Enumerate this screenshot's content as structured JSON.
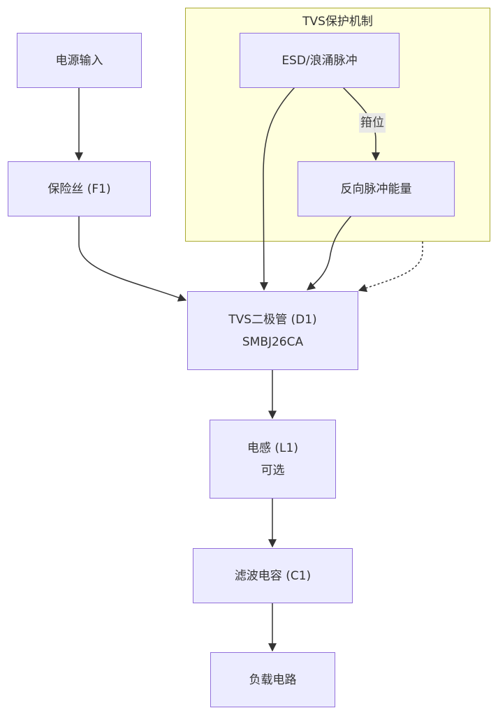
{
  "diagram": {
    "cluster": {
      "title": "TVS保护机制"
    },
    "nodes": {
      "power_input": {
        "label": "电源输入"
      },
      "fuse": {
        "label": "保险丝 (F1)"
      },
      "esd": {
        "label": "ESD/浪涌脉冲"
      },
      "reverse_energy": {
        "label": "反向脉冲能量"
      },
      "tvs": {
        "line1": "TVS二极管 (D1)",
        "line2": "SMBJ26CA"
      },
      "inductor": {
        "line1": "电感 (L1)",
        "line2": "可选"
      },
      "capacitor": {
        "label": "滤波电容 (C1)"
      },
      "load": {
        "label": "负载电路"
      }
    },
    "edges": [
      {
        "from": "电源输入",
        "to": "保险丝 (F1)",
        "style": "solid",
        "label": ""
      },
      {
        "from": "保险丝 (F1)",
        "to": "TVS二极管 (D1)",
        "style": "solid",
        "label": ""
      },
      {
        "from": "ESD/浪涌脉冲",
        "to": "TVS二极管 (D1)",
        "style": "solid",
        "label": ""
      },
      {
        "from": "ESD/浪涌脉冲",
        "to": "反向脉冲能量",
        "style": "solid",
        "label": "箝位"
      },
      {
        "from": "反向脉冲能量",
        "to": "TVS二极管 (D1)",
        "style": "solid",
        "label": ""
      },
      {
        "from": "TVS保护机制",
        "to": "TVS二极管 (D1)",
        "style": "dotted",
        "label": ""
      },
      {
        "from": "TVS二极管 (D1)",
        "to": "电感 (L1)",
        "style": "solid",
        "label": ""
      },
      {
        "from": "电感 (L1)",
        "to": "滤波电容 (C1)",
        "style": "solid",
        "label": ""
      },
      {
        "from": "滤波电容 (C1)",
        "to": "负载电路",
        "style": "solid",
        "label": ""
      }
    ],
    "edge_label_clamp": "箝位",
    "colors": {
      "node_fill": "#ececff",
      "node_stroke": "#9370db",
      "cluster_fill": "#ffffde",
      "cluster_stroke": "#aaaa33",
      "edge": "#333333",
      "text": "#333333"
    }
  }
}
